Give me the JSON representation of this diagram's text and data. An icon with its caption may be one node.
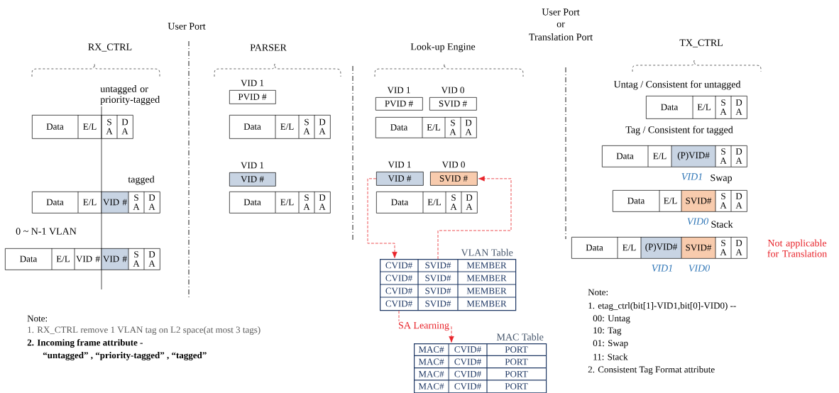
{
  "diagram": {
    "nodes": [
      {
        "text": [
          "Data",
          "E/L",
          "S A",
          "D A"
        ]
      },
      {
        "text": [
          "Data",
          "E/L",
          "VID #",
          "S A",
          "D A"
        ]
      },
      {
        "text": [
          "Data",
          "E/L",
          "VID #",
          "VID #",
          "S A",
          "D A"
        ]
      },
      {
        "text": [
          "VID 1",
          "PVID #"
        ]
      },
      {
        "text": [
          "Data",
          "E/L",
          "S A",
          "D A"
        ]
      },
      {
        "text": [
          "VID 1",
          "VID #"
        ]
      },
      {
        "text": [
          "Data",
          "E/L",
          "S A",
          "D A"
        ]
      },
      {
        "text": [
          "VID 1",
          "PVID #"
        ]
      },
      {
        "text": [
          "VID 0",
          "SVID #"
        ]
      },
      {
        "text": [
          "Data",
          "E/L",
          "S A",
          "D A"
        ]
      },
      {
        "text": [
          "VID 1",
          "VID #"
        ]
      },
      {
        "text": [
          "VID 0",
          "SVID #"
        ]
      },
      {
        "text": [
          "Data",
          "E/L",
          "S A",
          "D A"
        ]
      },
      {
        "text": [
          "VLAN Table",
          "CVID#",
          "SVID#",
          "MEMBER",
          "CVID#",
          "SVID#",
          "MEMBER",
          "CVID#",
          "SVID#",
          "MEMBER",
          "CVID#",
          "SVID#",
          "MEMBER"
        ]
      },
      {
        "text": [
          "MAC Table",
          "MAC#",
          "CVID#",
          "PORT",
          "MAC#",
          "CVID#",
          "PORT",
          "MAC#",
          "CVID#",
          "PORT",
          "MAC#",
          "CVID#",
          "PORT"
        ]
      },
      {
        "text": [
          "Data",
          "E/L",
          "S A",
          "D A"
        ]
      },
      {
        "text": [
          "Data",
          "E/L",
          "(P)VID#",
          "S A",
          "D A"
        ],
        "beside": [
          "VID1"
        ]
      },
      {
        "text": [
          "Data",
          "E/L",
          "SVID#",
          "S A",
          "D A"
        ],
        "beside": [
          "VID0"
        ]
      },
      {
        "text": [
          "Data",
          "E/L",
          "(P)VID#",
          "SVID#",
          "S A",
          "D A"
        ],
        "beside": [
          "VID1",
          "VID0"
        ]
      }
    ],
    "edges": [
      {
        "from": 10,
        "to": 13,
        "arrow": "to",
        "style": "dashed"
      },
      {
        "from": 13,
        "to": 11,
        "arrow": "to",
        "style": "dashed"
      },
      {
        "from": 13,
        "to": 14,
        "arrow": "to",
        "style": "dashed",
        "label": "SA Learning"
      }
    ],
    "labels": [
      "User Port",
      "RX_CTRL",
      "PARSER",
      "Look-up Engine",
      "User Port",
      "or",
      "Translation Port",
      "TX_CTRL",
      "untagged or priority-tagged",
      "Untag / Consistent for untagged",
      "Tag / Consistent for tagged",
      "tagged",
      "Swap",
      "Stack",
      "0 ~ N-1 VLAN",
      "Not applicable for Translation",
      "Note:",
      "1. RX_CTRL remove 1 VLAN tag on L2 space(at most 3 tags)",
      "2. Incoming frame attribute -",
      "“untagged” , “priority-tagged” , “tagged”",
      "Note:",
      "1. etag_ctrl(bit[1]-VID1,bit[0]-VID0) --",
      "00: Untag",
      "10: Tag",
      "01: Swap",
      "11: Stack",
      "2. Consistent Tag Format attribute"
    ]
  }
}
